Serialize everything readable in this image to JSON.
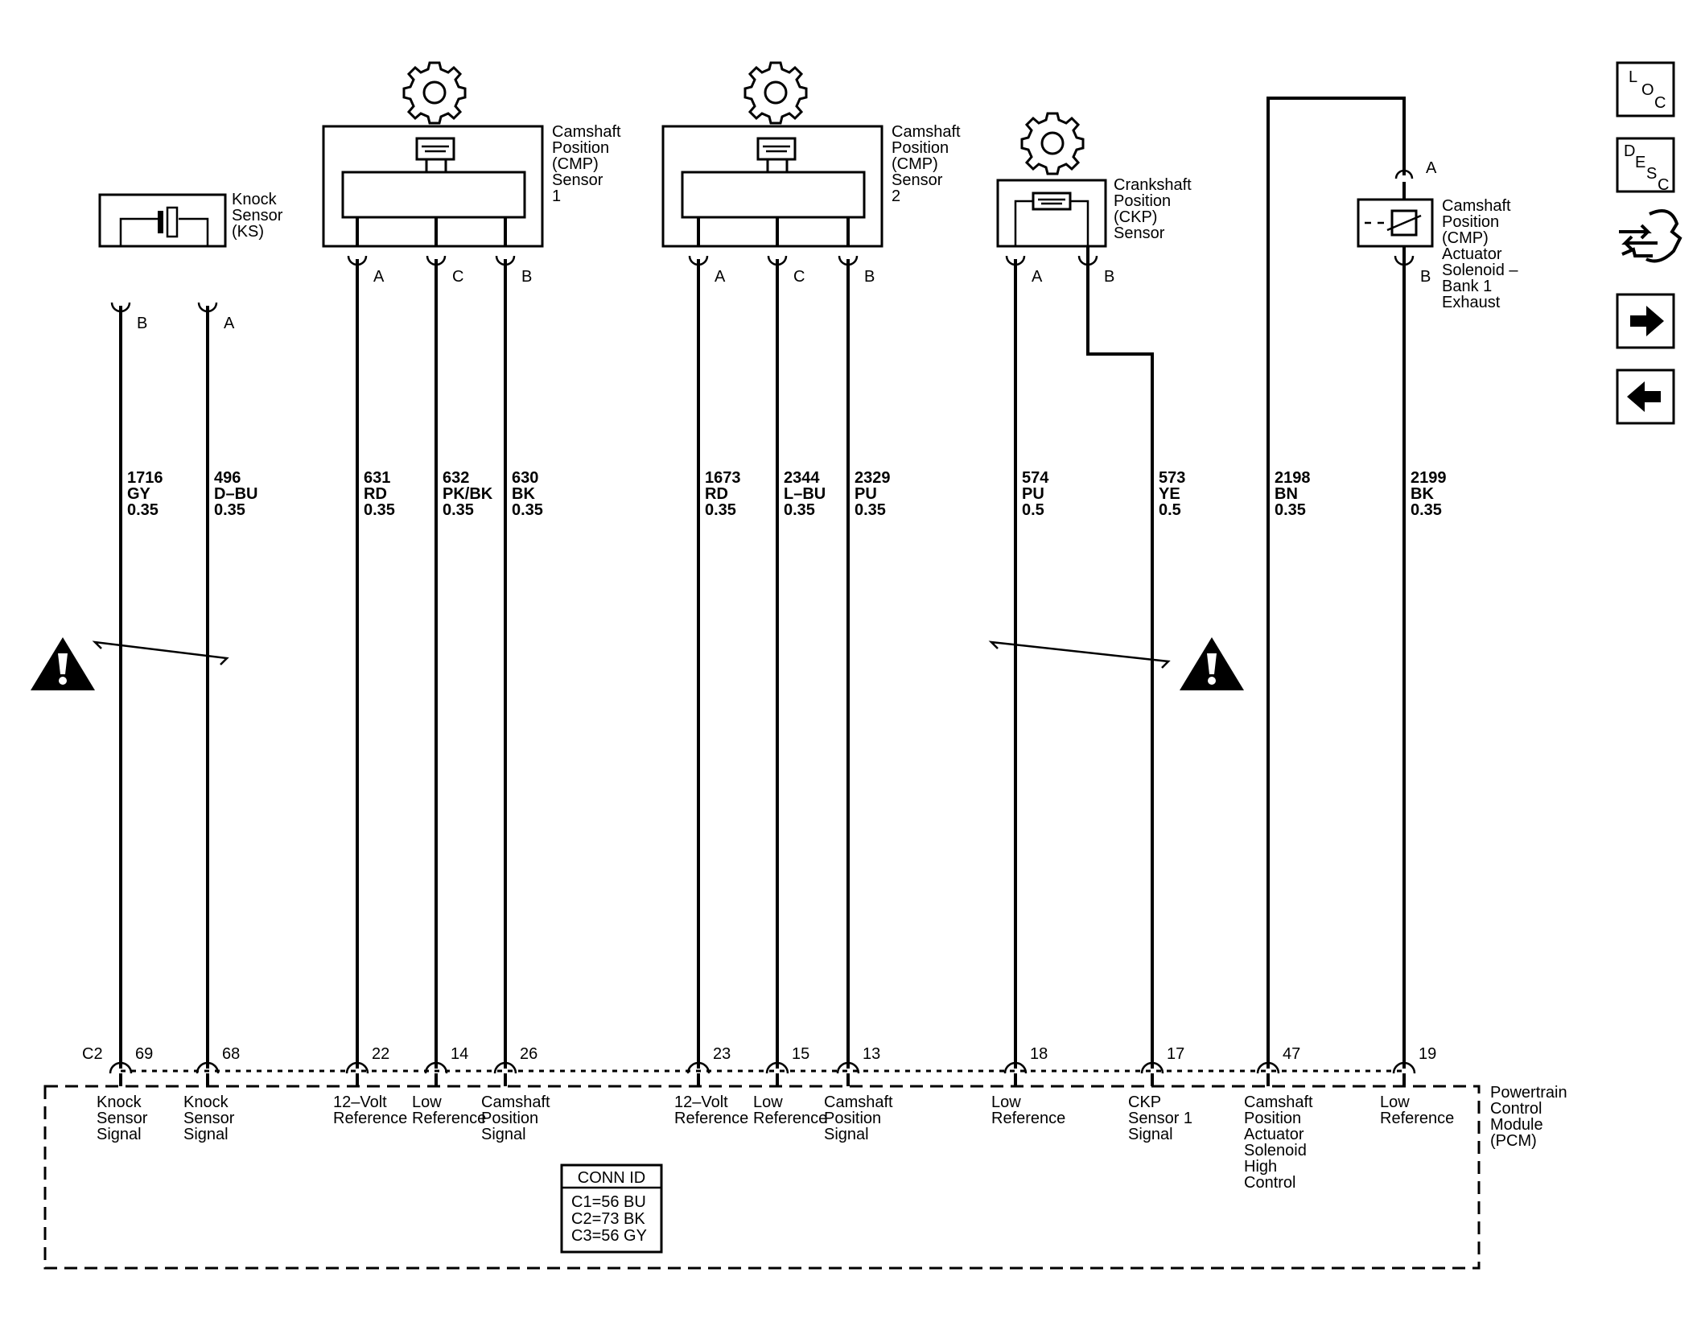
{
  "components": {
    "knock_sensor": [
      "Knock",
      "Sensor",
      "(KS)"
    ],
    "cmp1": [
      "Camshaft",
      "Position",
      "(CMP)",
      "Sensor",
      "1"
    ],
    "cmp2": [
      "Camshaft",
      "Position",
      "(CMP)",
      "Sensor",
      "2"
    ],
    "ckp": [
      "Crankshaft",
      "Position",
      "(CKP)",
      "Sensor"
    ],
    "actuator": [
      "Camshaft",
      "Position",
      "(CMP)",
      "Actuator",
      "Solenoid –",
      "Bank 1",
      "Exhaust"
    ],
    "pcm": [
      "Powertrain",
      "Control",
      "Module",
      "(PCM)"
    ]
  },
  "connector_id": {
    "title": "CONN ID",
    "lines": [
      "C1=56 BU",
      "C2=73 BK",
      "C3=56 GY"
    ]
  },
  "pcm_connector": "C2",
  "wires": [
    {
      "sensor_pin": "B",
      "circuit": "1716",
      "color": "GY",
      "gauge": "0.35",
      "pcm_pin": "69",
      "function": [
        "Knock",
        "Sensor",
        "Signal"
      ]
    },
    {
      "sensor_pin": "A",
      "circuit": "496",
      "color": "D–BU",
      "gauge": "0.35",
      "pcm_pin": "68",
      "function": [
        "Knock",
        "Sensor",
        "Signal"
      ]
    },
    {
      "sensor_pin": "A",
      "circuit": "631",
      "color": "RD",
      "gauge": "0.35",
      "pcm_pin": "22",
      "function": [
        "12–Volt",
        "Reference"
      ]
    },
    {
      "sensor_pin": "C",
      "circuit": "632",
      "color": "PK/BK",
      "gauge": "0.35",
      "pcm_pin": "14",
      "function": [
        "Low",
        "Reference"
      ]
    },
    {
      "sensor_pin": "B",
      "circuit": "630",
      "color": "BK",
      "gauge": "0.35",
      "pcm_pin": "26",
      "function": [
        "Camshaft",
        "Position",
        "Signal"
      ]
    },
    {
      "sensor_pin": "A",
      "circuit": "1673",
      "color": "RD",
      "gauge": "0.35",
      "pcm_pin": "23",
      "function": [
        "12–Volt",
        "Reference"
      ]
    },
    {
      "sensor_pin": "C",
      "circuit": "2344",
      "color": "L–BU",
      "gauge": "0.35",
      "pcm_pin": "15",
      "function": [
        "Low",
        "Reference"
      ]
    },
    {
      "sensor_pin": "B",
      "circuit": "2329",
      "color": "PU",
      "gauge": "0.35",
      "pcm_pin": "13",
      "function": [
        "Camshaft",
        "Position",
        "Signal"
      ]
    },
    {
      "sensor_pin": "A",
      "circuit": "574",
      "color": "PU",
      "gauge": "0.5",
      "pcm_pin": "18",
      "function": [
        "Low",
        "Reference"
      ]
    },
    {
      "sensor_pin": "B",
      "circuit": "573",
      "color": "YE",
      "gauge": "0.5",
      "pcm_pin": "17",
      "function": [
        "CKP",
        "Sensor 1",
        "Signal"
      ]
    },
    {
      "sensor_pin": "",
      "circuit": "2198",
      "color": "BN",
      "gauge": "0.35",
      "pcm_pin": "47",
      "function": [
        "Camshaft",
        "Position",
        "Actuator",
        "Solenoid",
        "High",
        "Control"
      ]
    },
    {
      "sensor_pin": "B",
      "circuit": "2199",
      "color": "BK",
      "gauge": "0.35",
      "pcm_pin": "19",
      "function": [
        "Low",
        "Reference"
      ]
    }
  ],
  "actuator_pins": [
    "A",
    "B"
  ],
  "nav": {
    "loc": [
      "L",
      "O",
      "C"
    ],
    "desc": [
      "D",
      "E",
      "S",
      "C"
    ]
  }
}
